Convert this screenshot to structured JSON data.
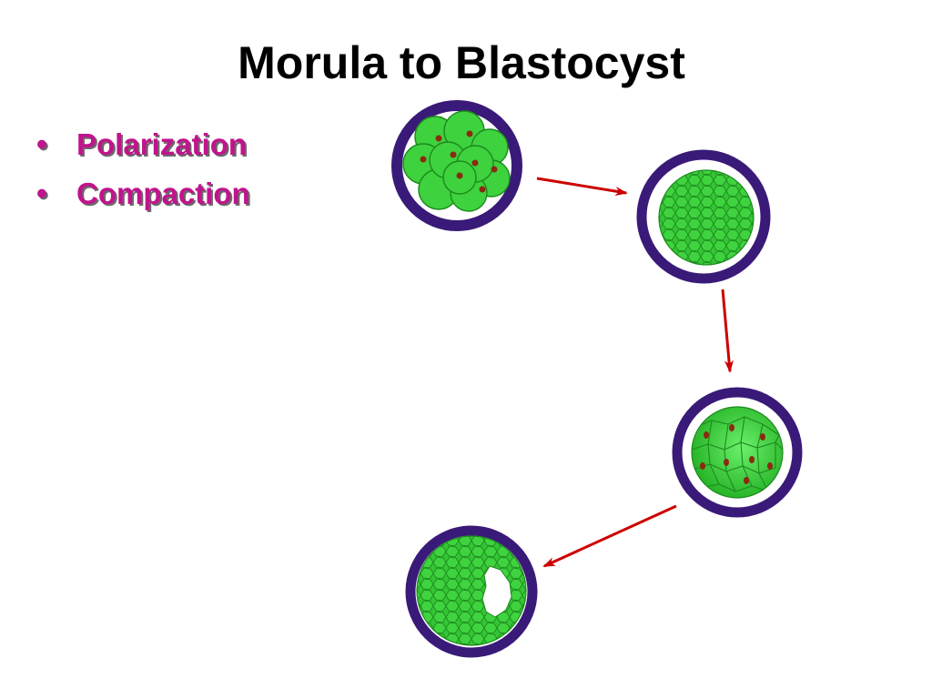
{
  "slide": {
    "title": "Morula to Blastocyst",
    "bullets": [
      {
        "label": "Polarization"
      },
      {
        "label": "Compaction"
      }
    ]
  },
  "colors": {
    "title": "#000000",
    "bullet_text": "#c0148c",
    "zona_ring": "#3a1a78",
    "cell_green": "#33cc33",
    "cell_outline": "#1c8a1c",
    "nucleus": "#8b2a10",
    "arrow": "#cc0000"
  },
  "stages": [
    {
      "icon": "morula-uncompacted-embryo-icon"
    },
    {
      "icon": "morula-compacted-embryo-icon"
    },
    {
      "icon": "polarized-morula-embryo-icon"
    },
    {
      "icon": "early-blastocyst-embryo-icon"
    }
  ]
}
